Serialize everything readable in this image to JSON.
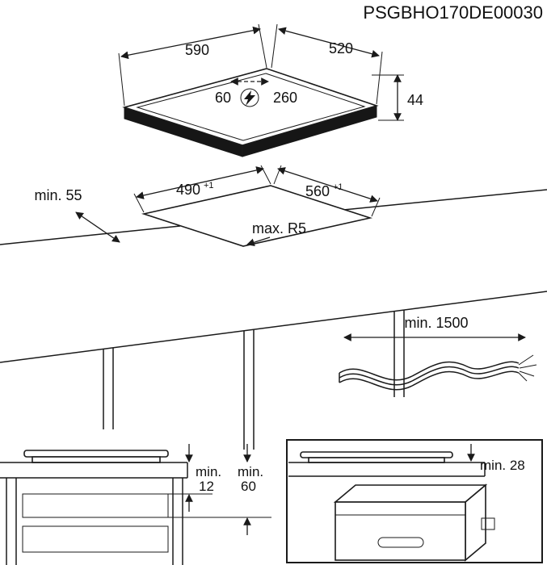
{
  "doc": {
    "code": "PSGBHO170DE00030"
  },
  "hob": {
    "width": "590",
    "depth": "520",
    "offset_left": "60",
    "offset_right": "260",
    "thickness": "44"
  },
  "cutout": {
    "width": "490",
    "width_tol": "+1",
    "depth": "560",
    "depth_tol": "+1",
    "side_clearance": "min. 55",
    "corner_radius": "max. R5"
  },
  "cable": {
    "length": "min. 1500"
  },
  "drawer_clearance": {
    "min_word_1": "min.",
    "value_1": "12",
    "min_word_2": "min.",
    "value_2": "60"
  },
  "oven_clearance": {
    "label": "min. 28"
  }
}
